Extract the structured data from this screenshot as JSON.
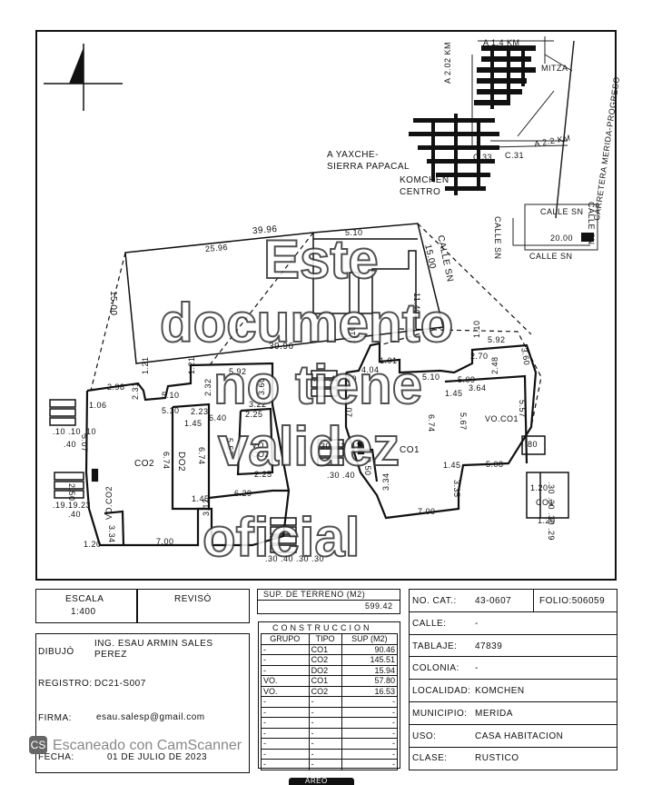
{
  "plan": {
    "north": "N",
    "location_labels": {
      "a14km": "A 1.4 KM",
      "a202km": "A 2.02 KM",
      "mitza": "MITZA",
      "carretera": "CARRETERA MERIDA-PROGRESO",
      "a22km": "A 2.2 KM",
      "c33": "C.33",
      "c31": "C.31",
      "ayaxche": "A YAXCHE-",
      "sierra": "SIERRA PAPACAL",
      "komchen": "KOMCHEN",
      "centro": "CENTRO",
      "calle_sn_v": "CALLE SN",
      "calle_sn_top": "CALLE SN",
      "calle_sn_left": "CALLE SN",
      "calle_sn_bottom": "CALLE SN",
      "frontage": "20.00"
    },
    "lot_dims": {
      "top": "39.96",
      "bottom": "39.96",
      "left": "15.00",
      "right": "15.00",
      "inner_top": "25.96",
      "inner_510": "5.10",
      "inner_1140": "11.40",
      "calle": "CALLE SN"
    },
    "left_building": {
      "co2": "CO2",
      "do2": "DO2",
      "vo_co2": "VO. CO2",
      "vo_co2_b": "VO.CO2",
      "d_298": "2.98",
      "d_121": "1.21",
      "d_121b": "1.21",
      "d_231": "2.31",
      "d_510": "5.10",
      "d_510b": "5.10",
      "d_232": "2.32",
      "d_592": "5.92",
      "d_360": "3.60",
      "d_322": "3.22",
      "d_225": "2.25",
      "d_225b": "2.25",
      "d_223": "2.23",
      "d_640": "6.40",
      "d_145": "1.45",
      "d_145b": "1.45",
      "d_674": "6.74",
      "d_674b": "6.74",
      "d_557": "5.57",
      "d_629": "6.29",
      "d_312": "3.12",
      "d_700": "7.00",
      "d_507": "5.07",
      "d_250": "2.50",
      "d_334": "3.34",
      "d_120": "1.20",
      "d_106": "1.06",
      "stair_a": ".10 .10 .10",
      "stair_b": ".40",
      "stair_c": ".19.19.23",
      "stair_d": ".40",
      "stair_e": ".30 .40 .30 .30"
    },
    "right_building": {
      "co1": "CO1",
      "vo_co1": "VO.CO1",
      "d_110": "1.10",
      "d_110b": "1.10",
      "d_404": "4.04",
      "d_510": "5.10",
      "d_509": "5.09",
      "d_248": "2.48",
      "d_270": "2.70",
      "d_592": "5.92",
      "d_360": "3.60",
      "d_364": "3.64",
      "d_145": "1.45",
      "d_145b": "1.45",
      "d_674": "6.74",
      "d_567": "5.67",
      "d_557": "5.57",
      "d_508": "5.08",
      "d_507": "5.07",
      "d_250": "2.50",
      "d_334": "3.34",
      "d_335": "3.35",
      "d_700": "7.00",
      "d_120": "1.20",
      "d_120b": "1.20",
      "d_80": ".80",
      "d_co1": "CO1",
      "d_101": "1.01",
      "stair_a": ".30 .10 .10",
      "stair_b": ".30 .13 .11",
      "stair_c": ".30 .40",
      "stair_d": ".30 .30 .30 .29"
    },
    "watermark": [
      "Este",
      "documento",
      "no tiene",
      "validez",
      "oficial"
    ]
  },
  "title_block": {
    "escala_label": "ESCALA",
    "escala_value": "1:400",
    "reviso_label": "REVISÓ",
    "sup_terreno_label": "SUP. DE TERRENO (M2)",
    "sup_terreno_value": "599.42",
    "dibujo_label": "DIBUJÓ",
    "dibujo_value": "ING. ESAU ARMIN SALES PEREZ",
    "registro_label": "REGISTRO:",
    "registro_value": "DC21-S007",
    "firma_label": "FIRMA:",
    "firma_value": "esau.salesp@gmail.com",
    "fecha_label": "FECHA:",
    "fecha_value": "01 DE JULIO DE 2023",
    "scanner_text": "Escaneado con CamScanner",
    "bottom_tab": "AREO"
  },
  "construccion": {
    "title": "CONSTRUCCION",
    "headers": [
      "GRUPO",
      "TIPO",
      "SUP (M2)"
    ],
    "rows": [
      [
        "-",
        "CO1",
        "90.46"
      ],
      [
        "-",
        "CO2",
        "145.51"
      ],
      [
        "-",
        "DO2",
        "15.94"
      ],
      [
        "VO.",
        "CO1",
        "57.80"
      ],
      [
        "VO.",
        "CO2",
        "16.53"
      ],
      [
        "-",
        "-",
        "-"
      ],
      [
        "-",
        "-",
        "-"
      ],
      [
        "-",
        "-",
        "-"
      ],
      [
        "-",
        "-",
        "-"
      ],
      [
        "-",
        "-",
        "-"
      ],
      [
        "-",
        "-",
        "-"
      ],
      [
        "-",
        "-",
        "-"
      ]
    ]
  },
  "info": {
    "no_cat_label": "NO. CAT.:",
    "no_cat_value": "43-0607",
    "folio": "FOLIO:506059",
    "calle_label": "CALLE:",
    "calle_value": "-",
    "tablaje_label": "TABLAJE:",
    "tablaje_value": "47839",
    "colonia_label": "COLONIA:",
    "colonia_value": "-",
    "localidad_label": "LOCALIDAD:",
    "localidad_value": "KOMCHEN",
    "municipio_label": "MUNICIPIO:",
    "municipio_value": "MERIDA",
    "uso_label": "USO:",
    "uso_value": "CASA HABITACION",
    "clase_label": "CLASE:",
    "clase_value": "RUSTICO"
  }
}
